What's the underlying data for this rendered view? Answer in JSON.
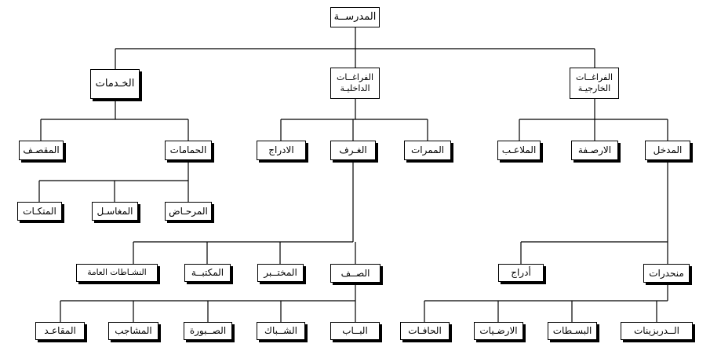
{
  "nodes": {
    "school": "المدرســة",
    "internal": "الفراغــات\nالداخليـة",
    "external": "الفراغــات\nالخارجيـة",
    "services": "الخـدمات",
    "bathrooms": "الحمامات",
    "canteen": "المقصـف",
    "toilets": "المرحـاض",
    "sinks": "المغاسـل",
    "lockers": "المتكـات",
    "stairs_in": "الادراج",
    "rooms": "الغـرف",
    "corridors": "الممرات",
    "playground": "الملاعـب",
    "pavement": "الارصـفة",
    "entrance": "المدخل",
    "activities": "النشـاطات العامة",
    "library": "المكتبــة",
    "lab": "المختــبر",
    "classroom": "الصــف",
    "ramps": "منحدرات",
    "steps": "أدراج",
    "seats": "المقاعـد",
    "hangers": "المشاجب",
    "board": "الصــبورة",
    "window": "الشــباك",
    "door": "البــاب",
    "curbs": "الحافـات",
    "floors": "الارضـيات",
    "landings": "البسـطات",
    "handrails": "الــدربزينات"
  }
}
